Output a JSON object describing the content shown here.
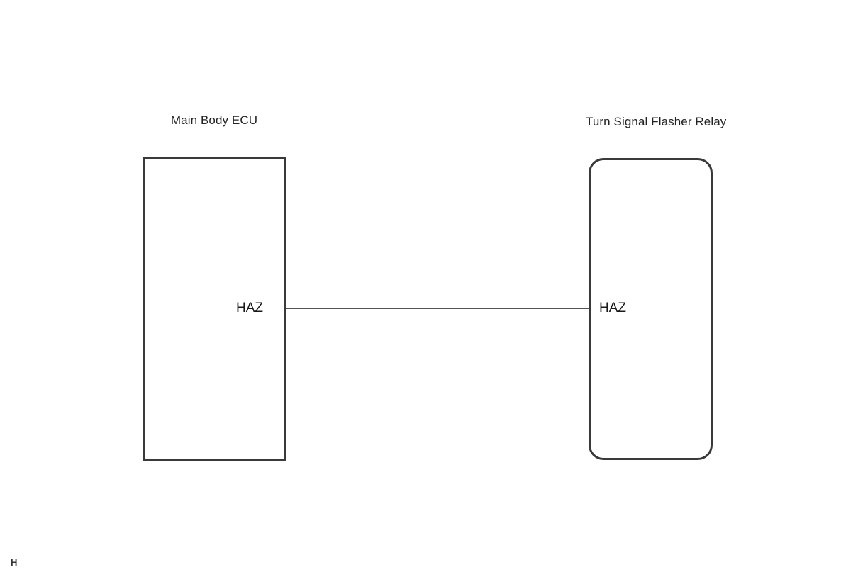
{
  "diagram": {
    "type": "wiring-schematic",
    "background_color": "#ffffff",
    "components": [
      {
        "id": "main-body-ecu",
        "title": "Main Body ECU",
        "shape": "rectangle",
        "terminals": [
          {
            "name": "HAZ",
            "side": "right"
          }
        ]
      },
      {
        "id": "turn-signal-flasher-relay",
        "title": "Turn Signal Flasher Relay",
        "shape": "rounded-rectangle",
        "terminals": [
          {
            "name": "HAZ",
            "side": "left"
          }
        ]
      }
    ],
    "connections": [
      {
        "id": "haz-wire",
        "from": "main-body-ecu.HAZ",
        "to": "turn-signal-flasher-relay.HAZ",
        "style": "solid",
        "color": "#555555"
      }
    ],
    "page_marker": "H",
    "colors": {
      "border": "#3a3a3a",
      "wire": "#555555",
      "text": "#1a1a1a"
    }
  }
}
